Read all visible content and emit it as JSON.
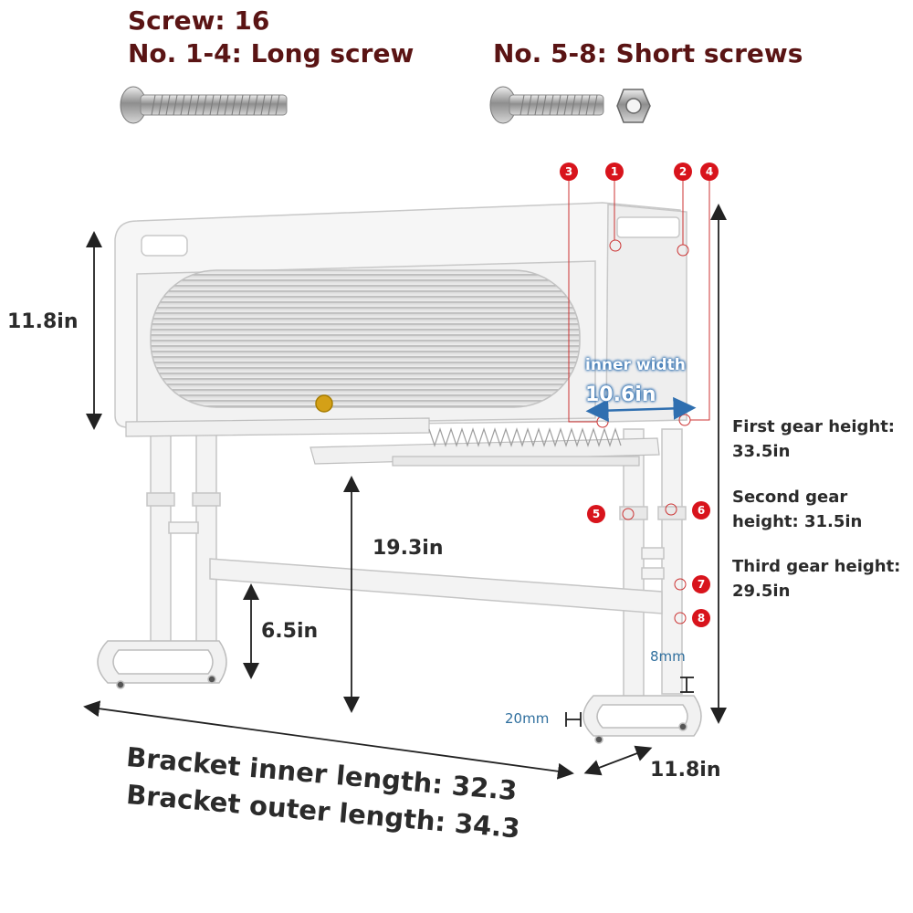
{
  "header": {
    "screw_count": "Screw: 16",
    "long_screws": "No. 1-4: Long screw",
    "short_screws": "No. 5-8: Short screws"
  },
  "dimensions": {
    "height_cabinet": "11.8in",
    "inner_width_label": "inner width",
    "inner_width_value": "10.6in",
    "shelf_clearance": "19.3in",
    "crossbar_height": "6.5in",
    "depth": "11.8in",
    "bolt_hole": "8mm",
    "foot_width": "20mm"
  },
  "gears": [
    {
      "label": "First gear height: 33.5in"
    },
    {
      "label": "Second gear height: 31.5in"
    },
    {
      "label": "Third gear height: 29.5in"
    }
  ],
  "bracket": {
    "inner": "Bracket inner length: 32.3",
    "outer": "Bracket outer length: 34.3"
  },
  "badges": [
    "1",
    "2",
    "3",
    "4",
    "5",
    "6",
    "7",
    "8"
  ],
  "colors": {
    "badge": "#d8141c",
    "header_text": "#5a1414",
    "accent_blue": "#2f6fb0",
    "frame": "#f4f4f4",
    "outline": "#c8c8c8"
  }
}
